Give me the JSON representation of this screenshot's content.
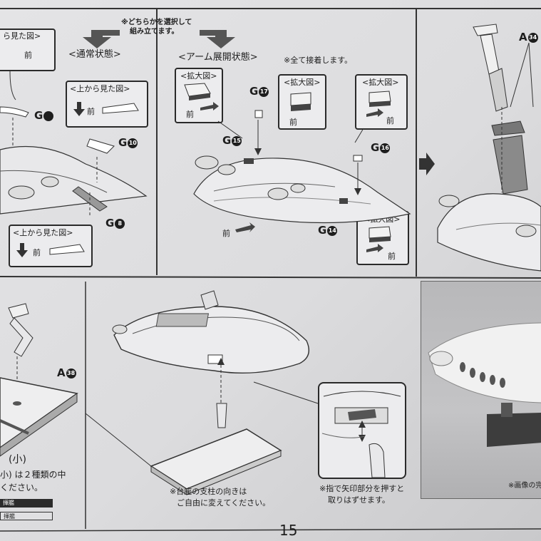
{
  "page_number": "15",
  "top": {
    "choose_note_line1": "※どちらかを選択して",
    "choose_note_line2": "組み立てます。",
    "normal_state_title": "<通常状態>",
    "arm_state_title": "<アーム展開状態>",
    "glue_note": "※全て接着します。",
    "top_view_label": "<上から見た図>",
    "top_view_label_cut": "ら見た図>",
    "enlarged_label": "<拡大図>",
    "front": "前",
    "parts": {
      "g_cut": "G",
      "g10": "10",
      "g8": "8",
      "g17": "17",
      "g15": "15",
      "g16": "16",
      "g14": "14",
      "a34": "34"
    },
    "part_letters": {
      "g": "G",
      "a": "A"
    }
  },
  "bottom": {
    "part_a38": "38",
    "small_label": "(小)",
    "note_left_line1": "小) は２種類の中",
    "note_left_line2": "ください。",
    "legend_row1": "揮艦",
    "legend_row2": "揮艦",
    "stand_note_line1": "※台座の支柱の向きは",
    "stand_note_line2": "ご自由に変えてください。",
    "push_note_line1": "※指で矢印部分を押すと",
    "push_note_line2": "取りはずせます。",
    "photo_caption": "※画像の完"
  }
}
